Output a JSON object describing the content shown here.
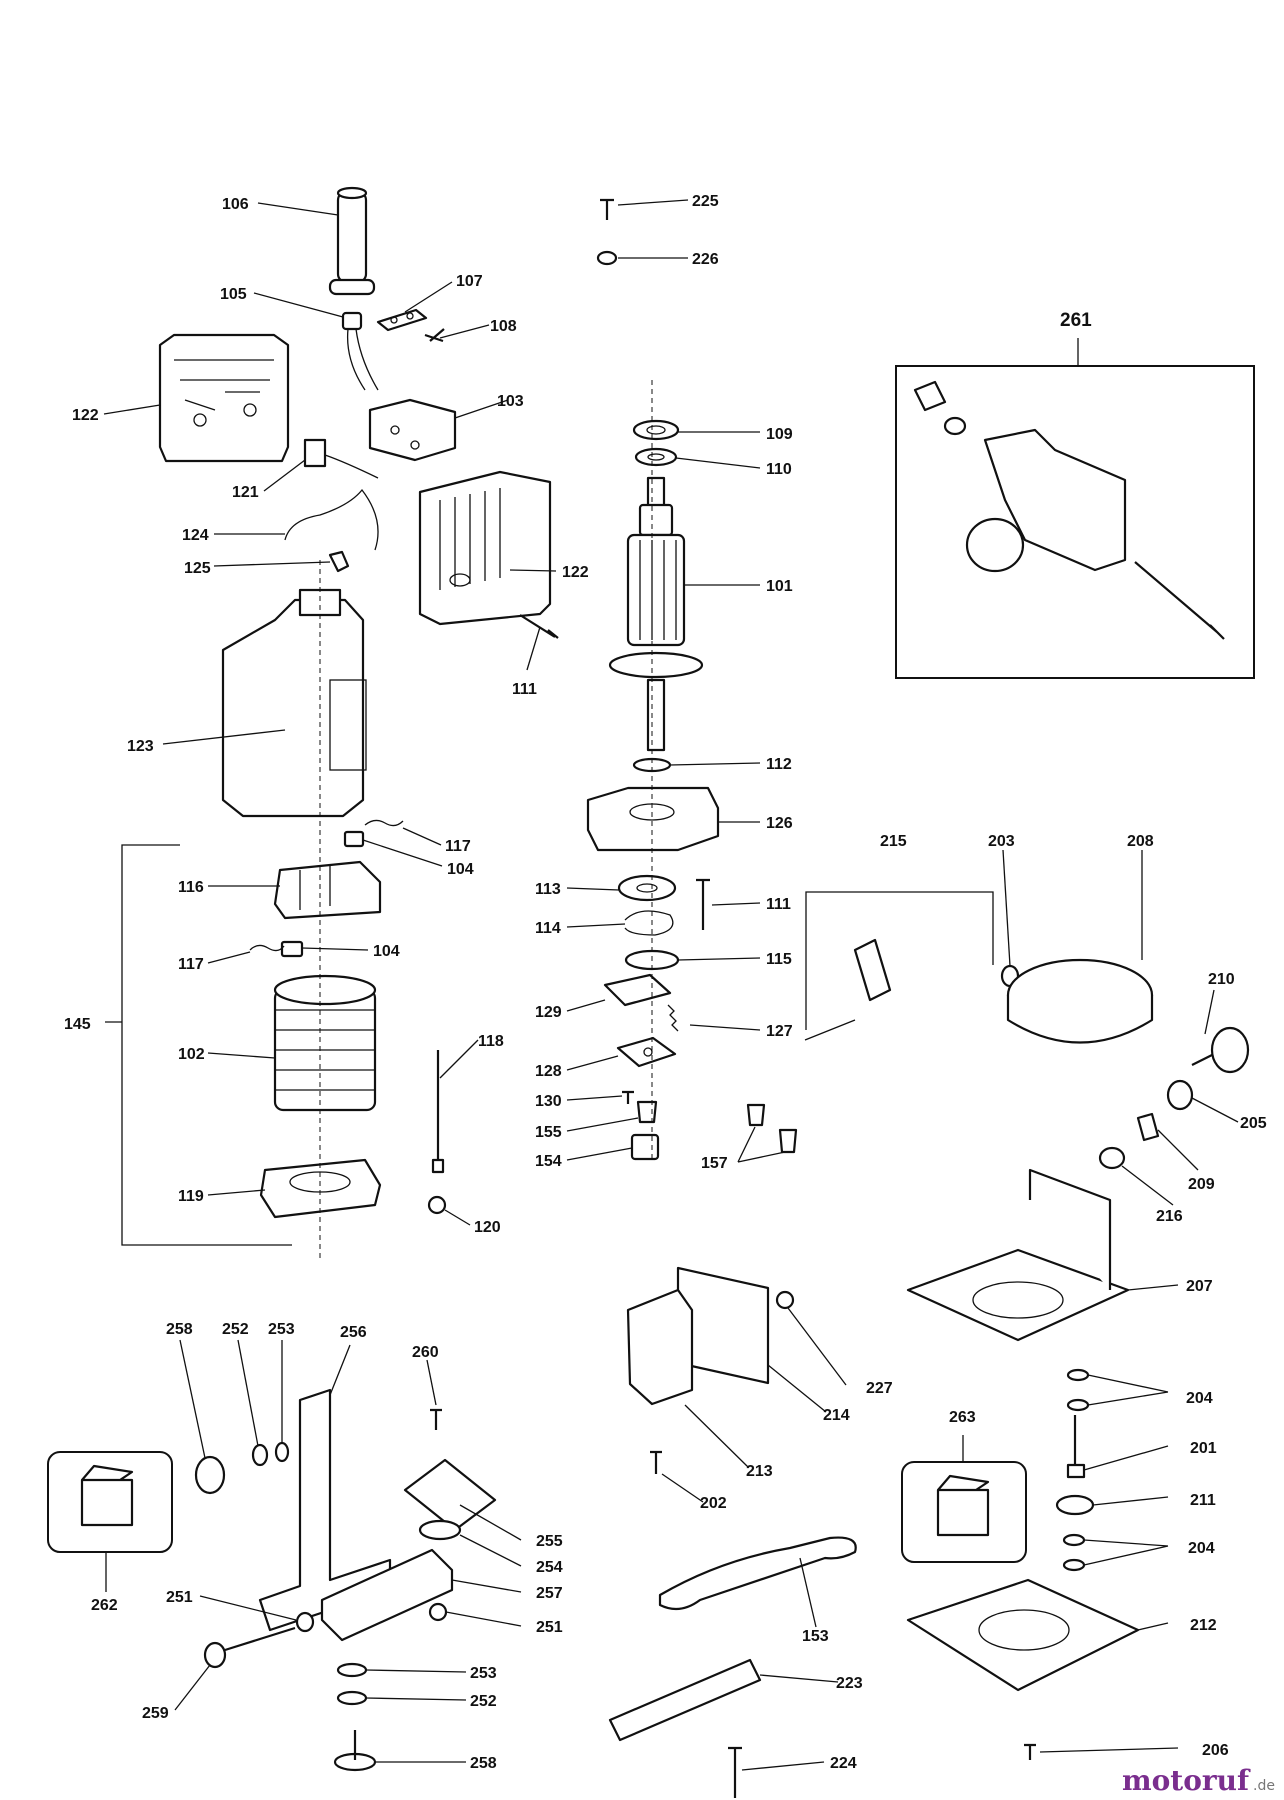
{
  "labels": {
    "l106": "106",
    "l105": "105",
    "l107": "107",
    "l108": "108",
    "l122a": "122",
    "l103": "103",
    "l121": "121",
    "l124": "124",
    "l125": "125",
    "l122b": "122",
    "l111a": "111",
    "l123": "123",
    "l117a": "117",
    "l104a": "104",
    "l116": "116",
    "l117b": "117",
    "l104b": "104",
    "l145": "145",
    "l102": "102",
    "l118": "118",
    "l119": "119",
    "l120": "120",
    "l225": "225",
    "l226": "226",
    "l109": "109",
    "l110": "110",
    "l101": "101",
    "l112": "112",
    "l126": "126",
    "l113": "113",
    "l111b": "111",
    "l114": "114",
    "l115": "115",
    "l129": "129",
    "l127": "127",
    "l128": "128",
    "l130": "130",
    "l155": "155",
    "l154": "154",
    "l157": "157",
    "l261": "261",
    "l215": "215",
    "l203": "203",
    "l208": "208",
    "l210": "210",
    "l205": "205",
    "l209": "209",
    "l216": "216",
    "l207": "207",
    "l258a": "258",
    "l252a": "252",
    "l253a": "253",
    "l256": "256",
    "l260": "260",
    "l262": "262",
    "l255": "255",
    "l254": "254",
    "l257": "257",
    "l251a": "251",
    "l251b": "251",
    "l259": "259",
    "l253b": "253",
    "l252b": "252",
    "l258b": "258",
    "l227": "227",
    "l214": "214",
    "l213": "213",
    "l202": "202",
    "l153": "153",
    "l223": "223",
    "l224": "224",
    "l263": "263",
    "l204a": "204",
    "l201": "201",
    "l211": "211",
    "l204b": "204",
    "l212": "212",
    "l206": "206"
  },
  "watermark": {
    "brand": "motoruf",
    "suffix": ".de"
  },
  "icons": {
    "box_kit": "box-icon"
  },
  "colors": {
    "ink": "#111111",
    "watermark": "#7a2e8e"
  }
}
